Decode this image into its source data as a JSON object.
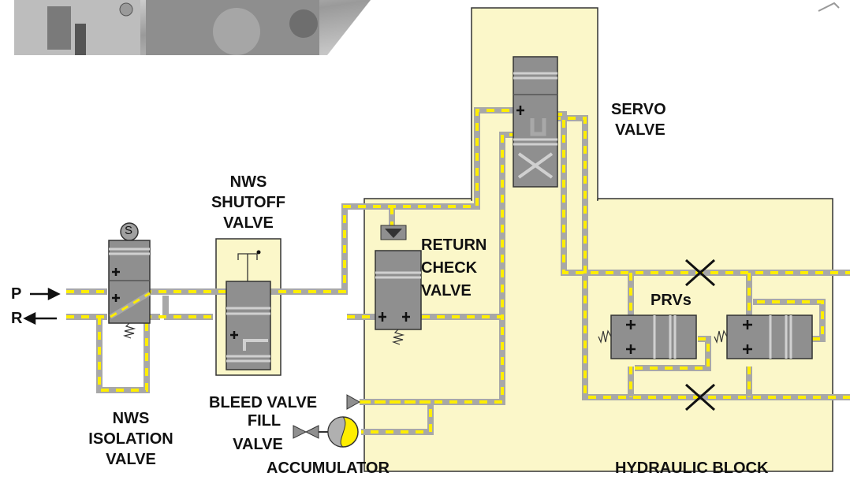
{
  "labels": {
    "p": "P",
    "r": "R",
    "shutoff_1": "NWS",
    "shutoff_2": "SHUTOFF",
    "shutoff_3": "VALVE",
    "isolation_1": "NWS",
    "isolation_2": "ISOLATION",
    "isolation_3": "VALVE",
    "servo_1": "SERVO",
    "servo_2": "VALVE",
    "return_1": "RETURN",
    "return_2": "CHECK",
    "return_3": "VALVE",
    "prvs": "PRVs",
    "bleed": "BLEED VALVE",
    "fill_1": "FILL",
    "fill_2": "VALVE",
    "accumulator": "ACCUMULATOR",
    "hydraulic_block": "HYDRAULIC BLOCK",
    "solenoid": "S"
  },
  "colors": {
    "block_fill": "#fbf7c9",
    "line_gray": "#a8a8a8",
    "line_yellow": "#ffee00",
    "valve_body": "#8f8f8f"
  }
}
